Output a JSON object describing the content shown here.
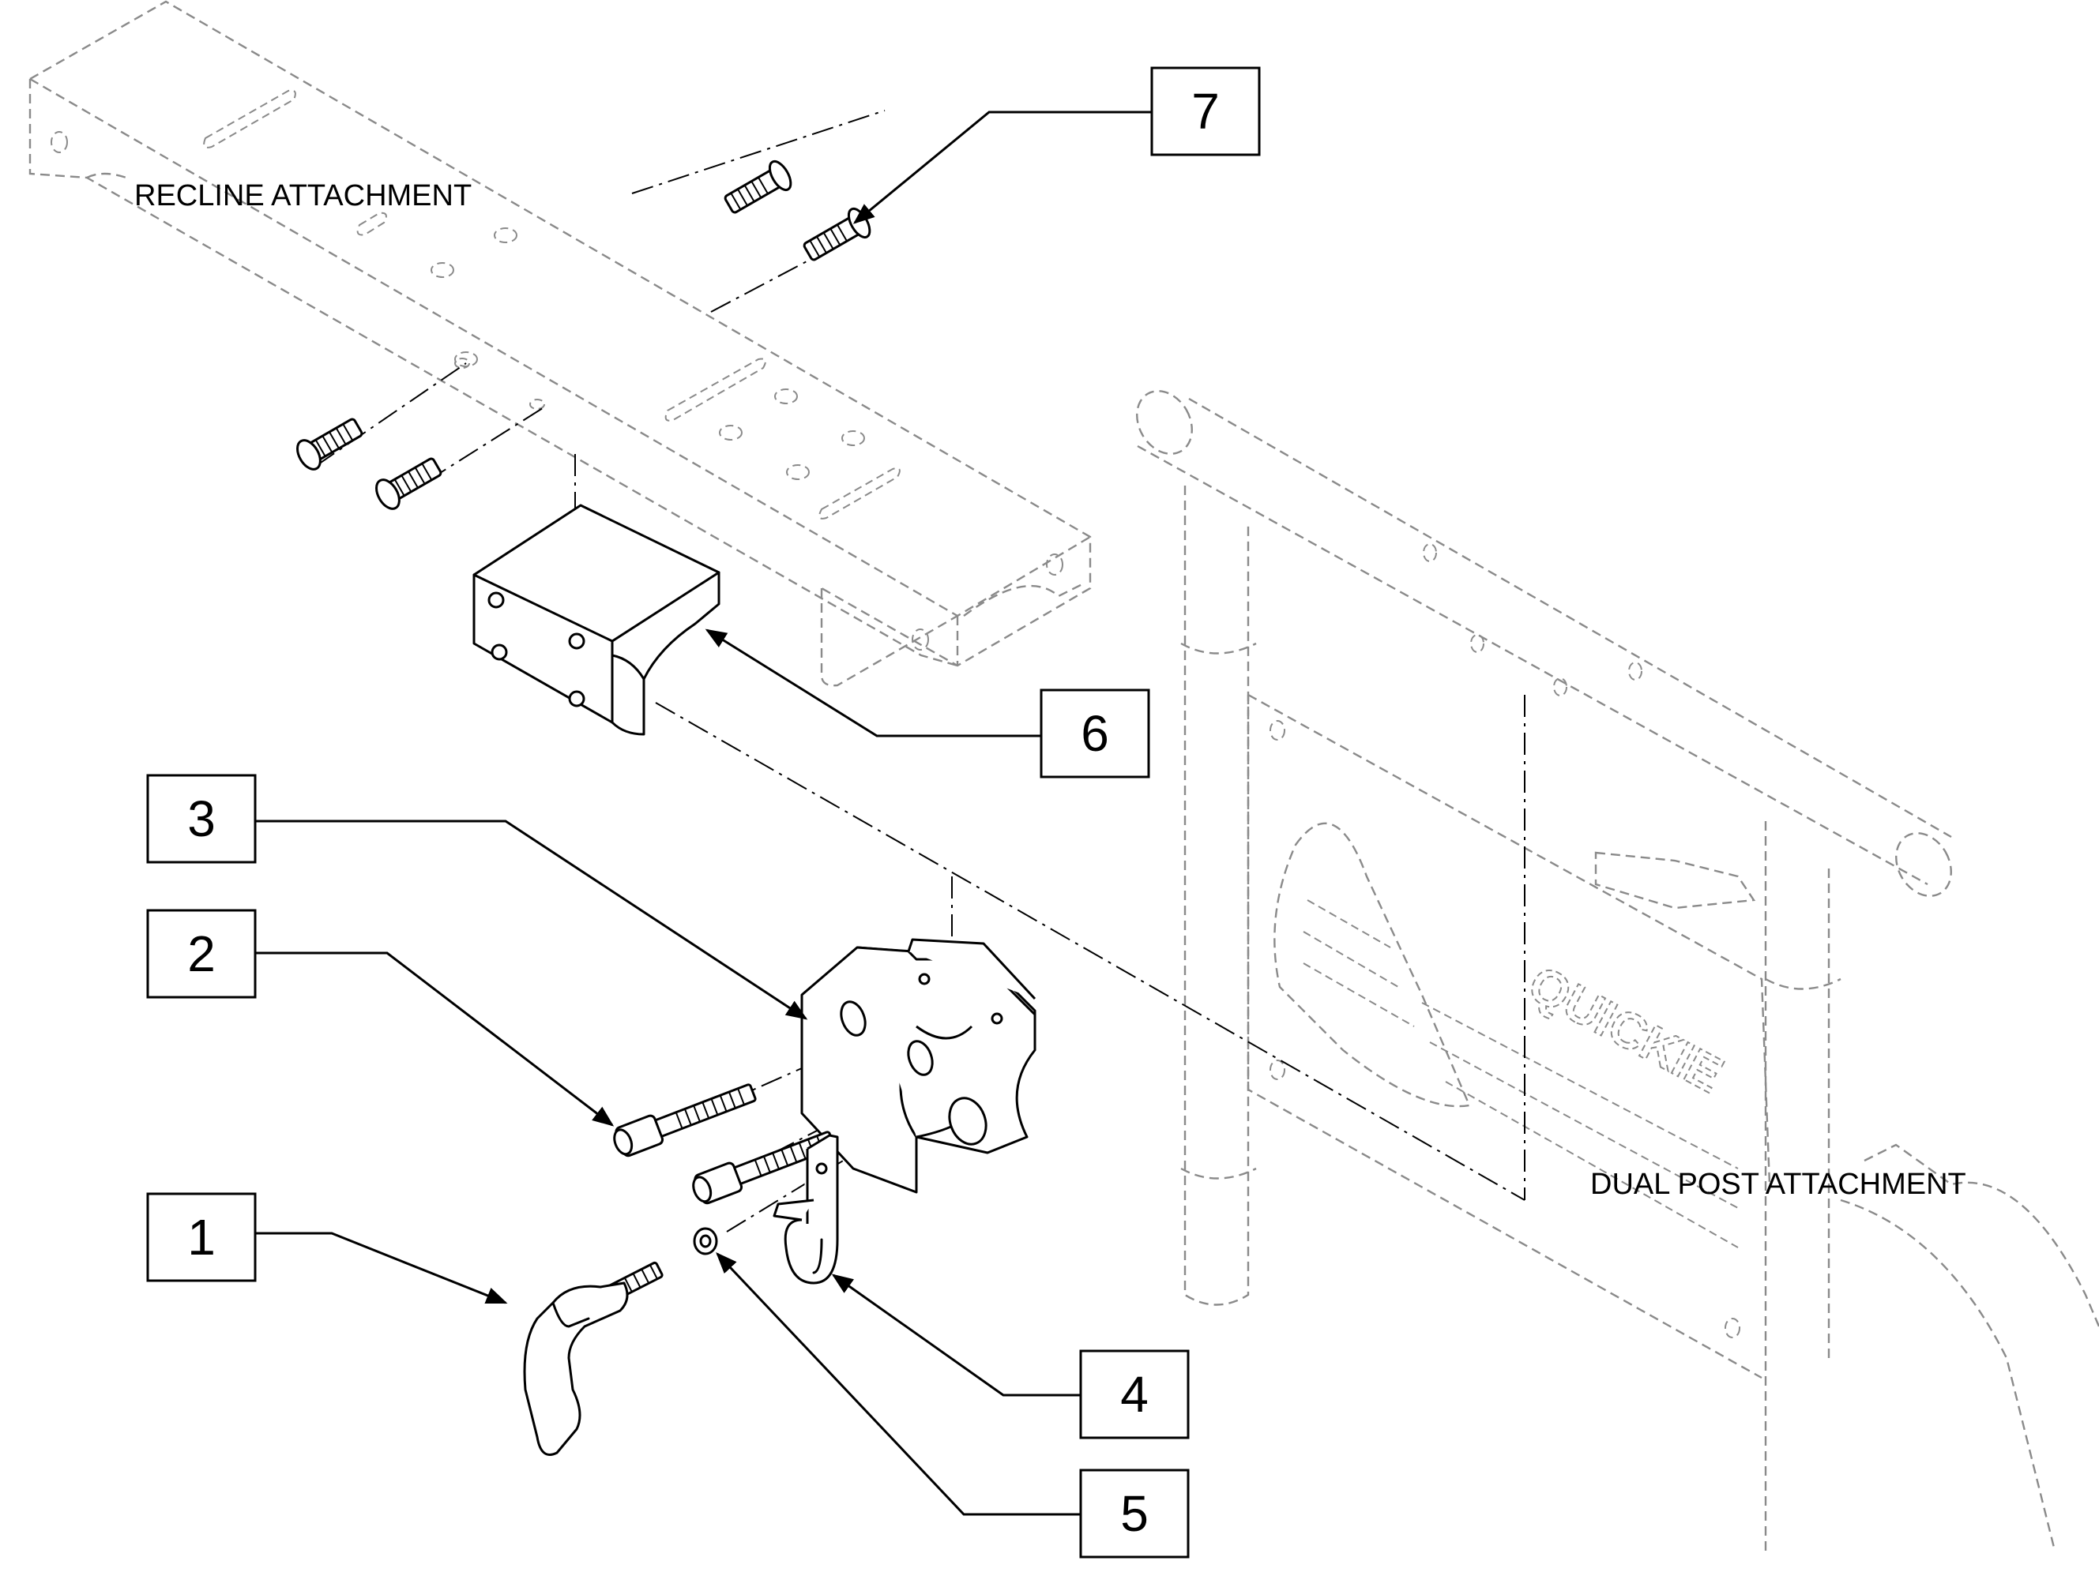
{
  "labels": {
    "recline": "RECLINE ATTACHMENT",
    "dual_post": "DUAL POST ATTACHMENT",
    "logo": "QUICKIE"
  },
  "callouts": [
    "1",
    "2",
    "3",
    "4",
    "5",
    "6",
    "7"
  ]
}
